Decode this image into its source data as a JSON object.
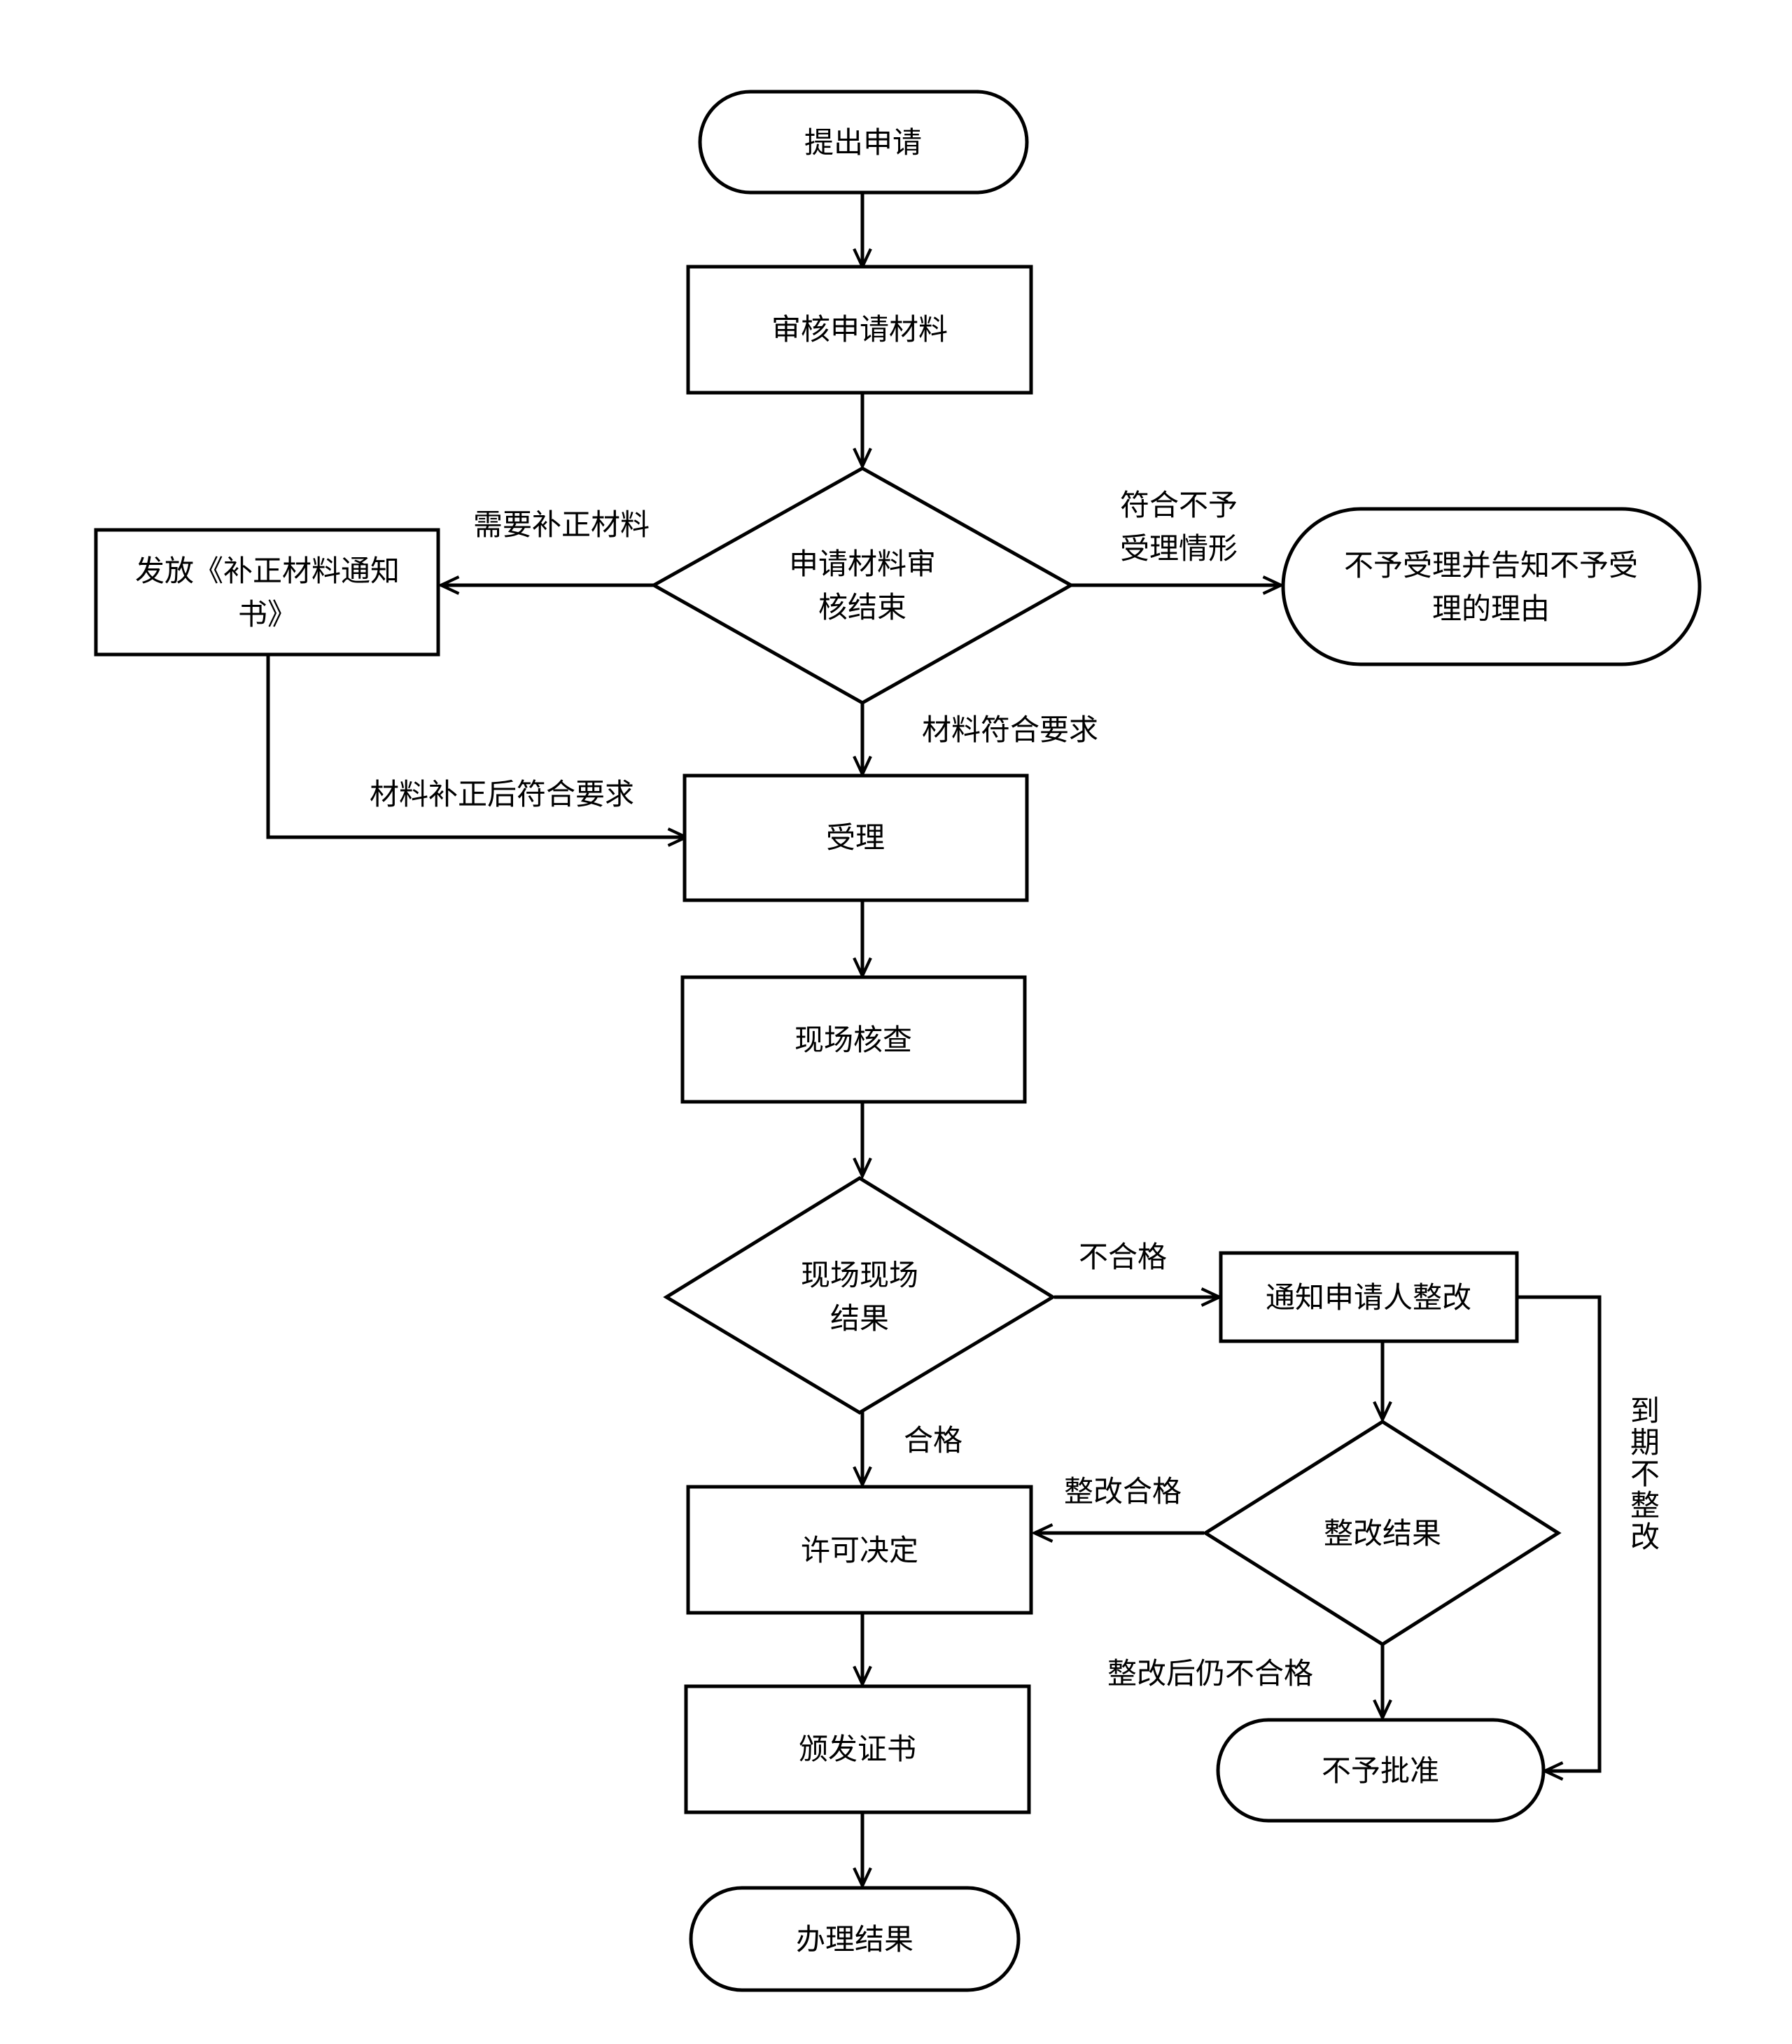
{
  "nodes": {
    "submit": {
      "lines": [
        "提出申请"
      ]
    },
    "review": {
      "lines": [
        "审核申请材料"
      ]
    },
    "review_end": {
      "lines": [
        "申请材料审",
        "核结束"
      ]
    },
    "supplement": {
      "lines": [
        "发放《补正材料通知",
        "书》"
      ]
    },
    "reject_accept": {
      "lines": [
        "不予受理并告知不予受",
        "理的理由"
      ]
    },
    "accept": {
      "lines": [
        "受理"
      ]
    },
    "site_check": {
      "lines": [
        "现场核查"
      ]
    },
    "site_result": {
      "lines": [
        "现场现场",
        "结果"
      ]
    },
    "notify_fix": {
      "lines": [
        "通知申请人整改"
      ]
    },
    "fix_result": {
      "lines": [
        "整改结果"
      ]
    },
    "decision": {
      "lines": [
        "许可决定"
      ]
    },
    "issue_cert": {
      "lines": [
        "颁发证书"
      ]
    },
    "not_approved": {
      "lines": [
        "不予批准"
      ]
    },
    "result": {
      "lines": [
        "办理结果"
      ]
    }
  },
  "edge_labels": {
    "need_supplement": [
      "需要补正材料"
    ],
    "meets_reject": [
      "符合不予",
      "受理情形"
    ],
    "materials_ok": [
      "材料符合要求"
    ],
    "supplemented_ok": [
      "材料补正后符合要求"
    ],
    "not_qualified": [
      "不合格"
    ],
    "qualified": [
      "合格"
    ],
    "fix_qualified": [
      "整改合格"
    ],
    "still_unqualified": [
      "整改后仍不合格"
    ],
    "expired_no_fix": [
      "到",
      "期",
      "不",
      "整",
      "改"
    ]
  }
}
